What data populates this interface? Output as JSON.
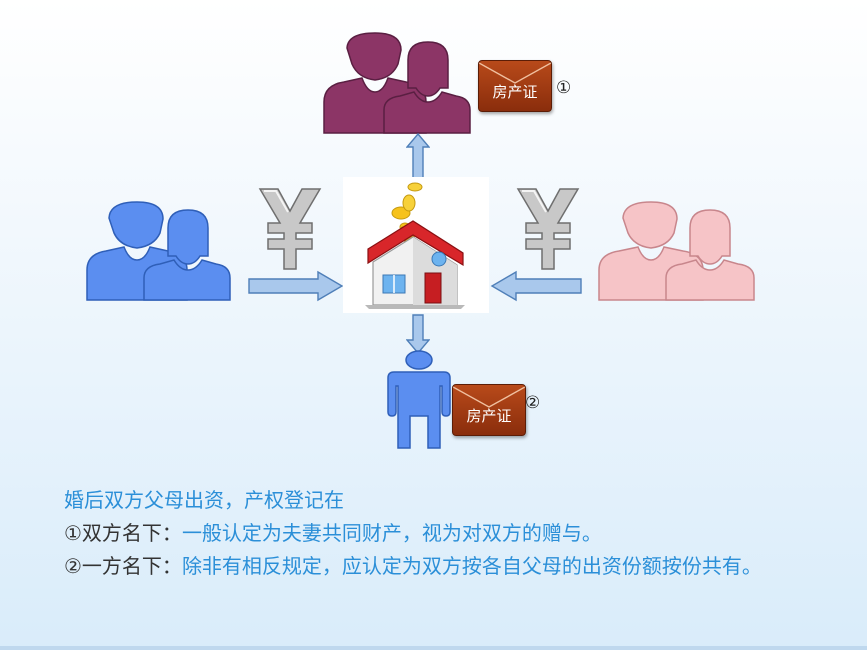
{
  "certificate_label": "房产证",
  "markers": {
    "joint": "①",
    "single": "②"
  },
  "colors": {
    "couple_top": "#8c3566",
    "husband_parents": "#5b8ef0",
    "wife_parents": "#f6c4c7",
    "single_owner": "#5b8ef0",
    "arrow_fill": "#a9c8ec",
    "arrow_stroke": "#4f7fb8",
    "text_accent": "#2b8fd8",
    "text_dark": "#333333"
  },
  "icons": {
    "left_money": "yen-icon",
    "right_money": "yen-icon",
    "center": "house-icon"
  },
  "text": {
    "heading": "婚后双方父母出资，产权登记在",
    "line1_prefix": "①双方名下：",
    "line1_detail": "一般认定为夫妻共同财产，视为对双方的赠与。",
    "line2_prefix": "②一方名下：",
    "line2_detail": "除非有相反规定，应认定为双方按各自父母的出资份额按份共有。"
  }
}
